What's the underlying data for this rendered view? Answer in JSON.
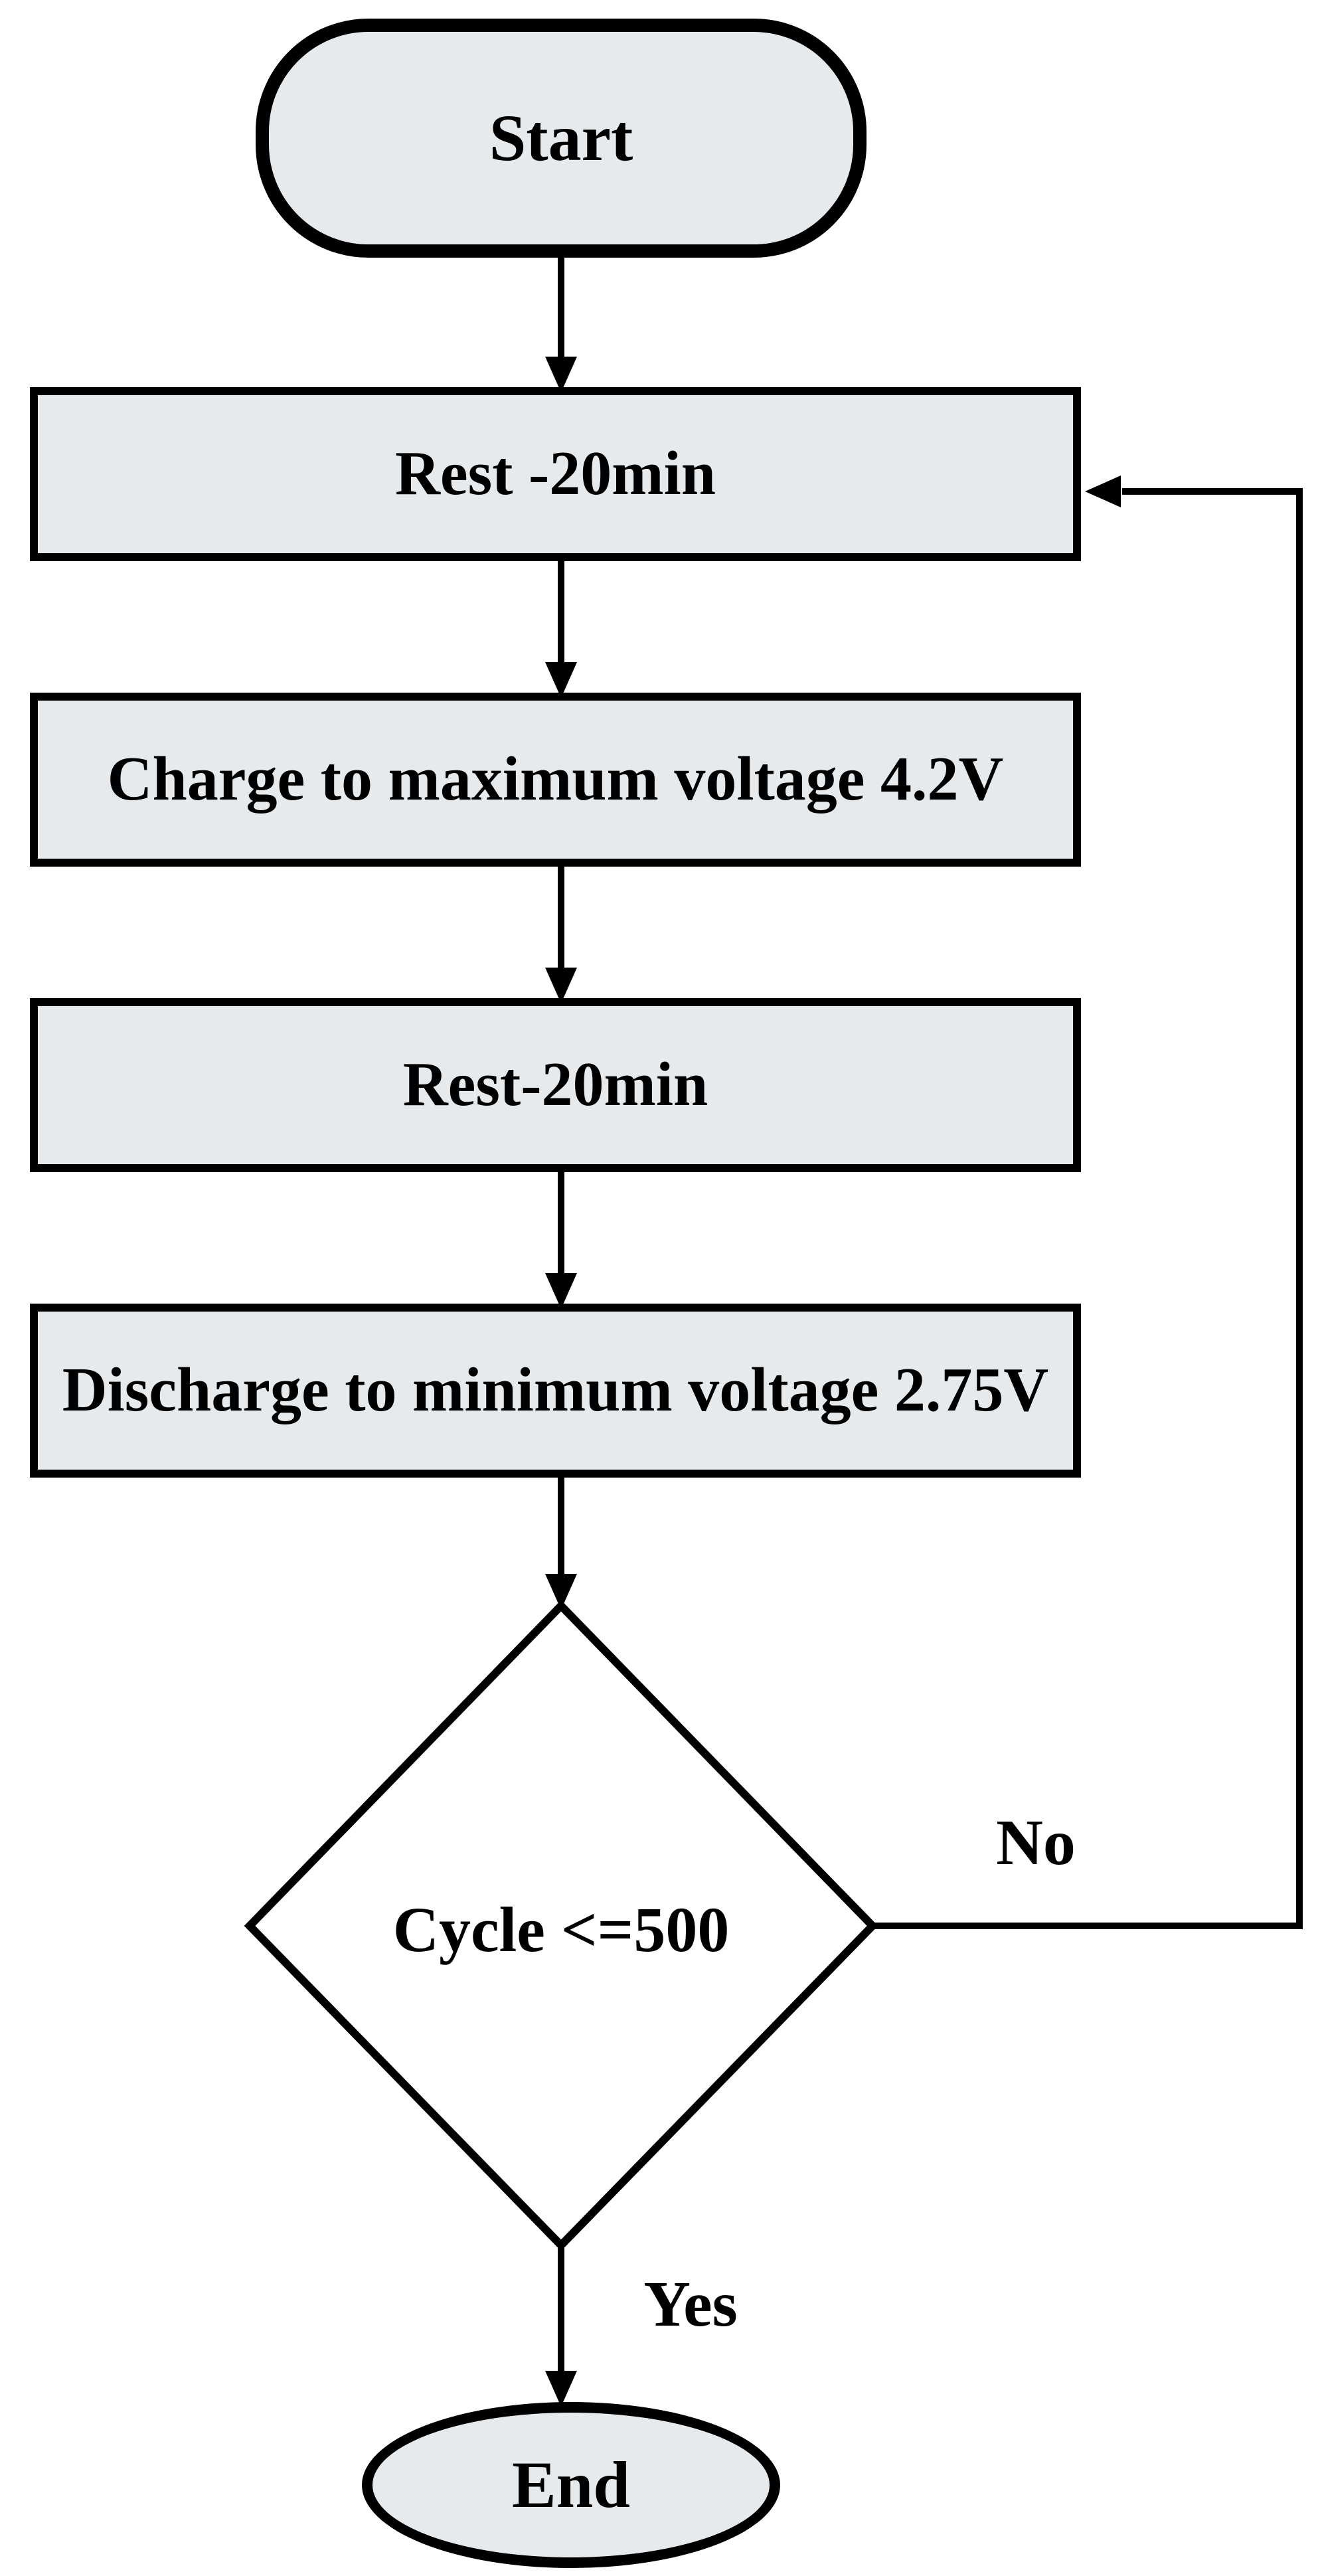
{
  "nodes": {
    "start": {
      "label": "Start",
      "shape": "stadium"
    },
    "rest1": {
      "label": "Rest -20min",
      "shape": "rectangle"
    },
    "charge": {
      "label": "Charge to maximum voltage 4.2V",
      "shape": "rectangle"
    },
    "rest2": {
      "label": "Rest-20min",
      "shape": "rectangle"
    },
    "discharge": {
      "label": "Discharge to minimum voltage 2.75V",
      "shape": "rectangle"
    },
    "decision": {
      "label": "Cycle <=500",
      "shape": "diamond"
    },
    "end": {
      "label": "End",
      "shape": "ellipse"
    }
  },
  "edges": {
    "no": {
      "label": "No"
    },
    "yes": {
      "label": "Yes"
    }
  },
  "colors": {
    "node_fill": "#e7eaed",
    "decision_fill": "#ffffff",
    "outline": "#000000",
    "background": "#ffffff"
  }
}
